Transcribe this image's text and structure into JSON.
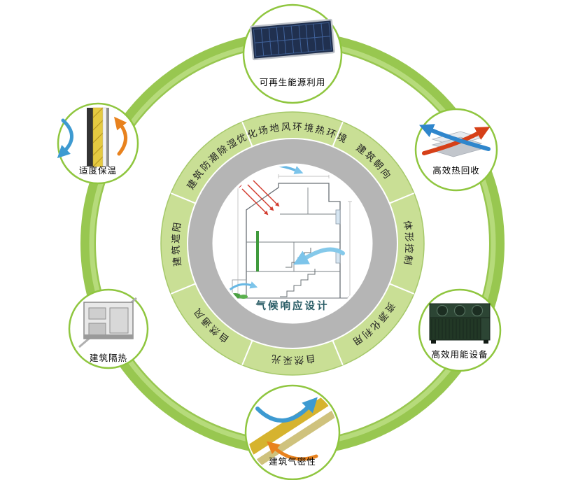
{
  "diagram": {
    "center_label": "气候响应设计",
    "ring_segments": [
      {
        "label": "优化场地风环境热环境"
      },
      {
        "label": "建筑朝向"
      },
      {
        "label": "体形控制"
      },
      {
        "label": "资源化利用"
      },
      {
        "label": "自然采光"
      },
      {
        "label": "自然通风"
      },
      {
        "label": "建筑遮阳"
      },
      {
        "label": "建筑防潮除湿"
      }
    ],
    "satellites": [
      {
        "id": "renewable-energy",
        "label": "可再生能源利用",
        "icon": "solar-panel-icon"
      },
      {
        "id": "heat-recovery",
        "label": "高效热回收",
        "icon": "heat-exchanger-icon"
      },
      {
        "id": "efficient-equipment",
        "label": "高效用能设备",
        "icon": "chiller-icon"
      },
      {
        "id": "airtightness",
        "label": "建筑气密性",
        "icon": "air-seal-icon"
      },
      {
        "id": "heat-insulation",
        "label": "建筑隔热",
        "icon": "window-profile-icon"
      },
      {
        "id": "moderate-insulation",
        "label": "适度保温",
        "icon": "wall-insulation-icon"
      }
    ],
    "colors": {
      "outer_ring_green": "#98c750",
      "segment_band_green": "#c9df95",
      "inner_ring_gray": "#b5b5b5",
      "center_label_color": "#2a5d66",
      "label_color": "#222222"
    }
  }
}
